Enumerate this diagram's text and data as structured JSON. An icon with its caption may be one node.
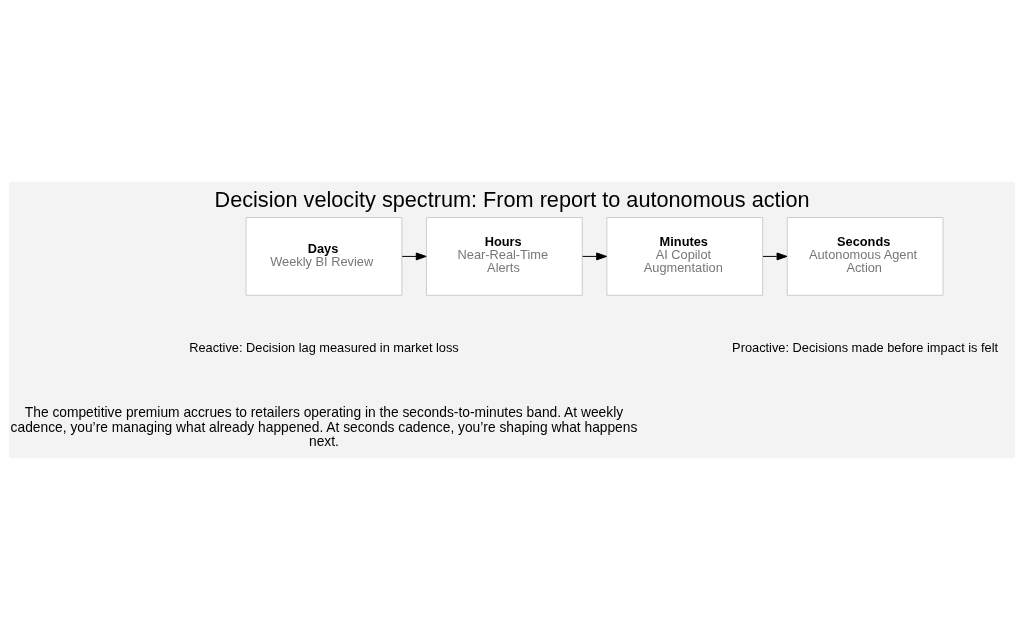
{
  "diagram": {
    "title": "Decision velocity spectrum: From report to autonomous action",
    "caption": "The competitive premium accrues to retailers operating in the seconds-to-minutes band. At weekly cadence, you’re managing what already happened. At seconds cadence, you’re shaping what happens next.",
    "nodes": [
      {
        "text": [
          "Days",
          "Weekly BI Review"
        ]
      },
      {
        "text": [
          "Hours",
          "Near-Real-Time Alerts"
        ]
      },
      {
        "text": [
          "Minutes",
          "AI Copilot Augmentation"
        ]
      },
      {
        "text": [
          "Seconds",
          "Autonomous Agent Action"
        ]
      }
    ],
    "edges": [
      {
        "from": 0,
        "to": 1,
        "arrow": "to"
      },
      {
        "from": 1,
        "to": 2,
        "arrow": "to"
      },
      {
        "from": 2,
        "to": 3,
        "arrow": "to"
      }
    ],
    "labels": [
      "Reactive: Decision lag measured in market loss",
      "Proactive: Decisions made before impact is felt"
    ]
  }
}
